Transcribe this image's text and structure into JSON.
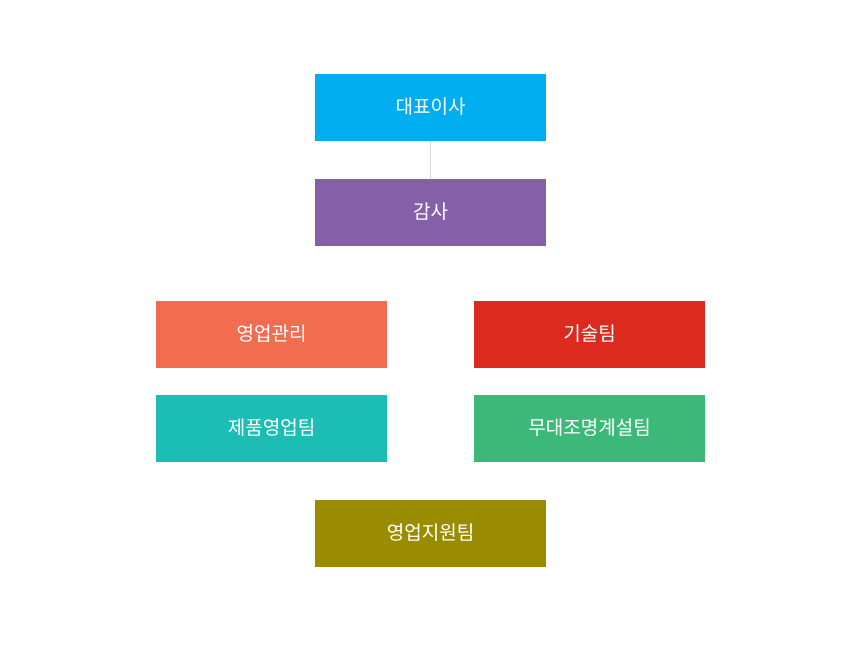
{
  "nodes": {
    "ceo": {
      "label": "대표이사",
      "color": "#00adef"
    },
    "audit": {
      "label": "감사",
      "color": "#8560a8"
    },
    "sales": {
      "label": "영업관리",
      "color": "#f26d50"
    },
    "tech": {
      "label": "기술팀",
      "color": "#dc2a1f"
    },
    "product": {
      "label": "제품영업팀",
      "color": "#1cbdb4"
    },
    "stage": {
      "label": "무대조명계설팀",
      "color": "#3cb878"
    },
    "support": {
      "label": "영업지원팀",
      "color": "#998c01"
    }
  },
  "connector_color": "#d8d8d8"
}
